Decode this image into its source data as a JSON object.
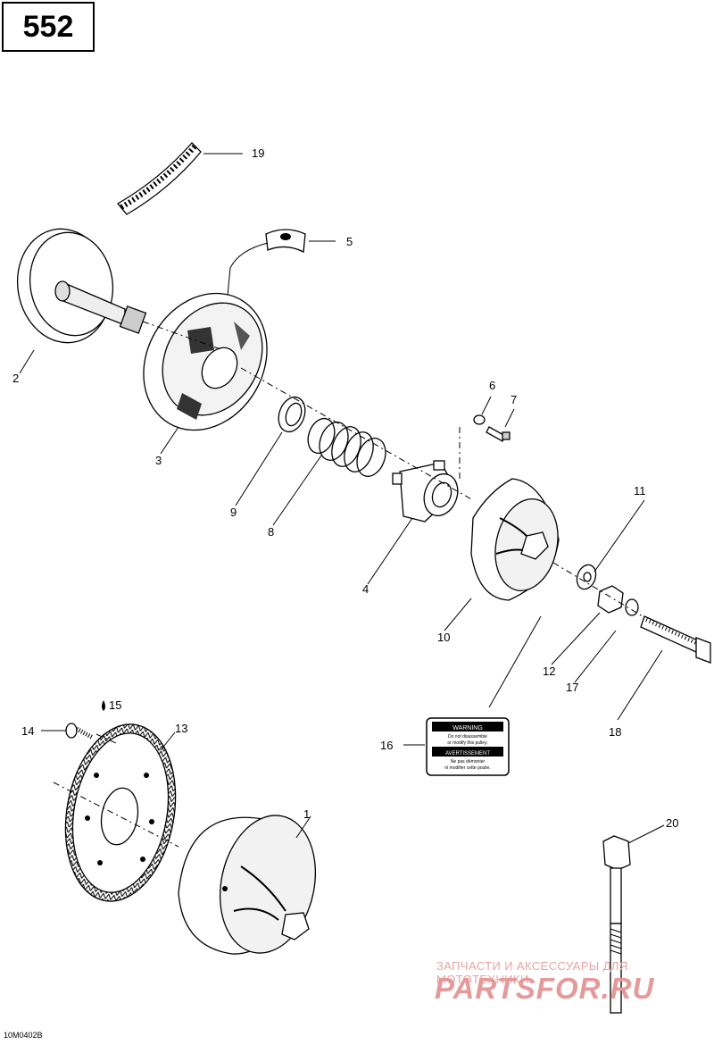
{
  "page_number": "552",
  "drawing_code": "10M0402B",
  "watermark": {
    "line1": "ЗАПЧАСТИ И АКСЕССУАРЫ ДЛЯ МОТОТЕХНИКИ",
    "line2": "PARTSFOR.RU"
  },
  "callouts": [
    {
      "id": "c1",
      "text": "1"
    },
    {
      "id": "c2",
      "text": "2"
    },
    {
      "id": "c3",
      "text": "3"
    },
    {
      "id": "c4",
      "text": "4"
    },
    {
      "id": "c5",
      "text": "5"
    },
    {
      "id": "c6",
      "text": "6"
    },
    {
      "id": "c7",
      "text": "7"
    },
    {
      "id": "c8",
      "text": "8"
    },
    {
      "id": "c9",
      "text": "9"
    },
    {
      "id": "c10",
      "text": "10"
    },
    {
      "id": "c11",
      "text": "11"
    },
    {
      "id": "c12",
      "text": "12"
    },
    {
      "id": "c13",
      "text": "13"
    },
    {
      "id": "c14",
      "text": "14"
    },
    {
      "id": "c15",
      "text": "15"
    },
    {
      "id": "c16",
      "text": "16"
    },
    {
      "id": "c17",
      "text": "17"
    },
    {
      "id": "c18",
      "text": "18"
    },
    {
      "id": "c19",
      "text": "19"
    },
    {
      "id": "c20",
      "text": "20"
    }
  ],
  "warning_label": {
    "title_en": "WARNING",
    "line_en_1": "Do not disassemble",
    "line_en_2": "or modify this pulley.",
    "title_fr": "AVERTISSEMENT",
    "line_fr_1": "Ne pas démonter",
    "line_fr_2": "ni modifier cette poulie."
  }
}
